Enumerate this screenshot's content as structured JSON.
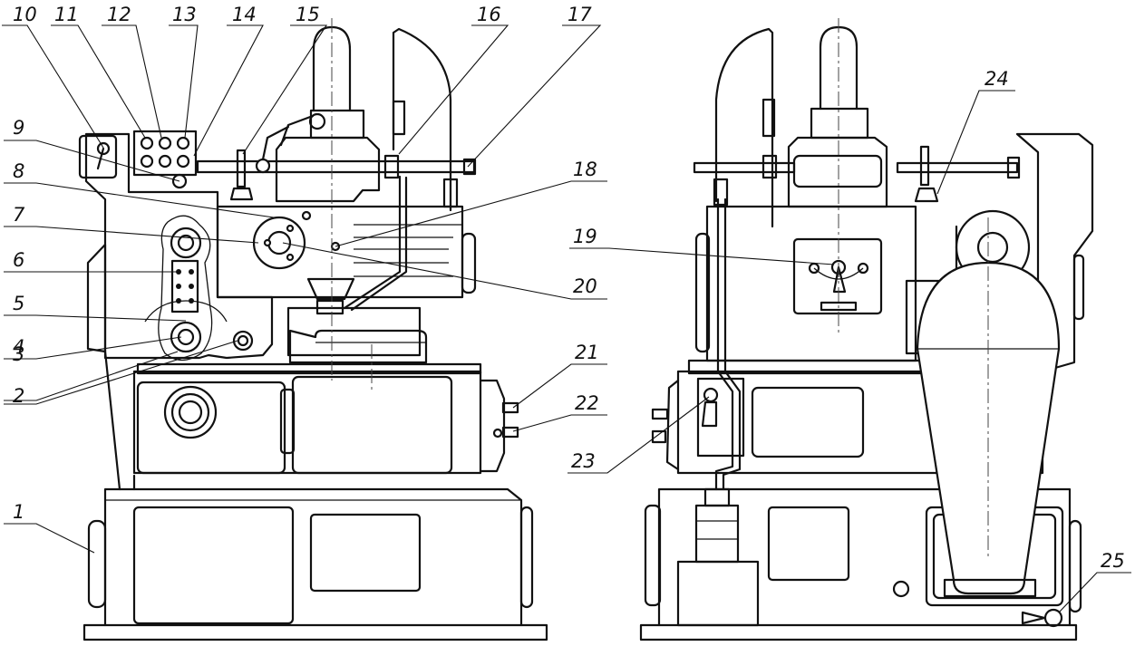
{
  "callouts": {
    "labels": [
      "1",
      "2",
      "3",
      "4",
      "5",
      "6",
      "7",
      "8",
      "9",
      "10",
      "11",
      "12",
      "13",
      "14",
      "15",
      "16",
      "17",
      "18",
      "19",
      "20",
      "21",
      "22",
      "23",
      "24",
      "25"
    ]
  }
}
